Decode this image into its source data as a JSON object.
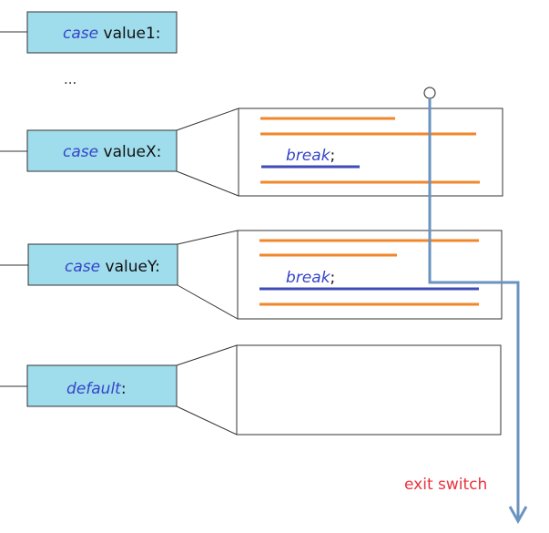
{
  "labels": {
    "case1": {
      "keyword": "case",
      "rest": " value1:"
    },
    "ellipsis": "...",
    "caseX": {
      "keyword": "case",
      "rest": " valueX:"
    },
    "caseY": {
      "keyword": "case",
      "rest": " valueY:"
    },
    "default": {
      "keyword": "default",
      "rest": ":"
    },
    "breakX": {
      "keyword": "break",
      "rest": ";"
    },
    "breakY": {
      "keyword": "break",
      "rest": ";"
    },
    "exit": "exit switch"
  },
  "colors": {
    "label_fill": "#9fdcec",
    "border": "#333333",
    "keyword": "#3545c8",
    "code_line": "#f2862a",
    "break_underline": "#3f4bb8",
    "flow_arrow": "#6a93c1",
    "exit_text": "#e8323e"
  }
}
